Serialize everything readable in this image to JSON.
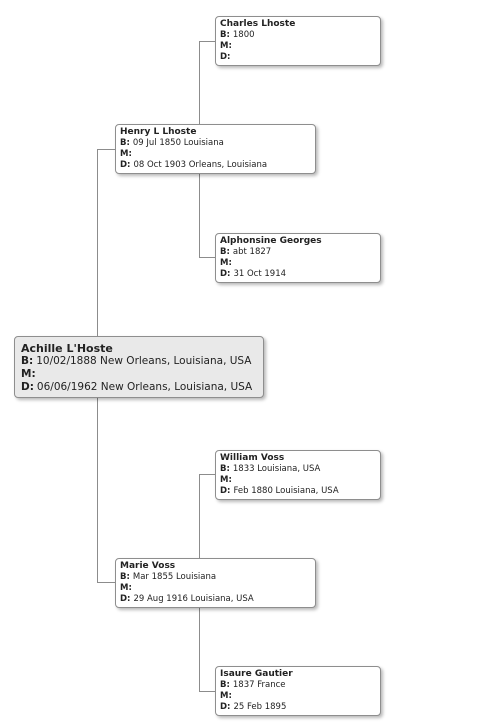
{
  "labels": {
    "born": "B:",
    "married": "M:",
    "died": "D:"
  },
  "people": {
    "root": {
      "name": "Achille L'Hoste",
      "birth": "10/02/1888 New Orleans, Louisiana, USA",
      "marriage": "",
      "death": "06/06/1962 New Orleans, Louisiana, USA"
    },
    "father": {
      "name": "Henry L Lhoste",
      "birth": "09 Jul 1850 Louisiana",
      "marriage": "",
      "death": "08 Oct 1903 Orleans, Louisiana"
    },
    "mother": {
      "name": "Marie Voss",
      "birth": "Mar 1855 Louisiana",
      "marriage": "",
      "death": "29 Aug 1916 Louisiana, USA"
    },
    "pat_gf": {
      "name": "Charles Lhoste",
      "birth": "1800",
      "marriage": "",
      "death": ""
    },
    "pat_gm": {
      "name": "Alphonsine Georges",
      "birth": "abt 1827",
      "marriage": "",
      "death": "31 Oct 1914"
    },
    "mat_gf": {
      "name": "William Voss",
      "birth": "1833 Louisiana, USA",
      "marriage": "",
      "death": "Feb 1880 Louisiana, USA"
    },
    "mat_gm": {
      "name": "Isaure Gautier",
      "birth": "1837 France",
      "marriage": "",
      "death": "25 Feb 1895"
    }
  }
}
